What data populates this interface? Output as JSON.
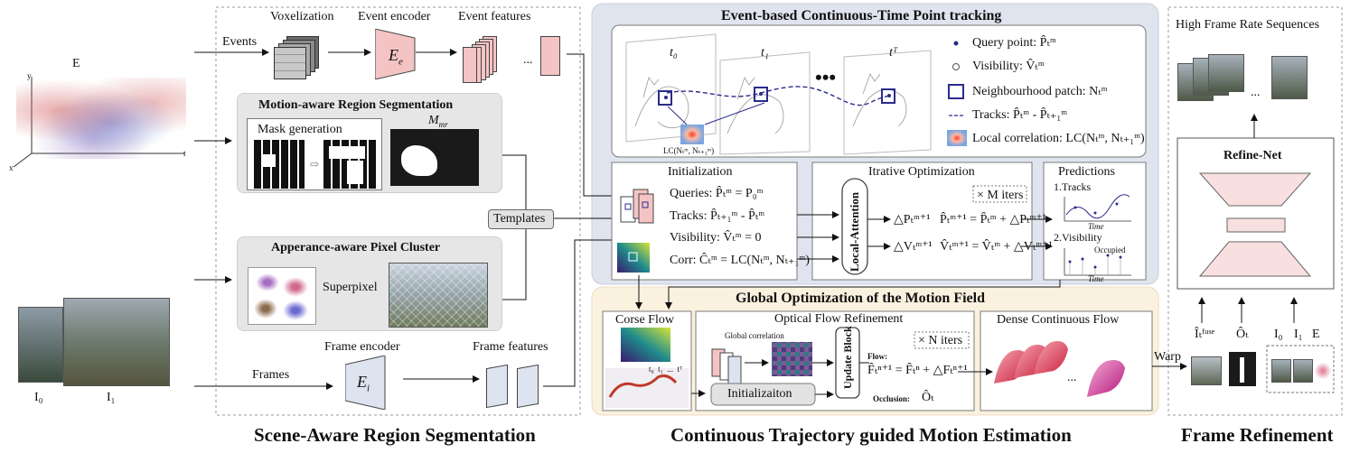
{
  "sections": {
    "scene": "Scene-Aware Region Segmentation",
    "motion": "Continuous Trajectory guided Motion Estimation",
    "refine": "Frame Refinement"
  },
  "left": {
    "event_label": "E",
    "axis_x": "x",
    "axis_y": "y",
    "axis_t": "t",
    "frame0": "I₀",
    "frame1": "I₁"
  },
  "scene": {
    "voxelization": "Voxelization",
    "event_encoder": "Event encoder",
    "event_features": "Event features",
    "events_arrow": "Events",
    "encoder_e_main": "E",
    "encoder_e_sub": "e",
    "ellipsis": "...",
    "motion_title": "Motion-aware Region Segmentation",
    "mask_generation": "Mask generation",
    "mmr_main": "M",
    "mmr_sub": "mr",
    "appearance_title": "Apperance-aware Pixel Cluster",
    "superpixel": "Superpixel",
    "templates": "Templates",
    "frame_encoder": "Frame encoder",
    "frame_features": "Frame features",
    "frames_arrow": "Frames",
    "encoder_i_main": "E",
    "encoder_i_sub": "i"
  },
  "tracking": {
    "title": "Event-based Continuous-Time Point tracking",
    "t0": "t₀",
    "t1": "t₁",
    "tT": "tᵀ",
    "dots": "•••",
    "lc_label": "LC(Nₜᵐ, Nₜ₊₁ᵐ)",
    "legend": [
      {
        "icon": "dot-icon",
        "text": "Query point:  P̂ₜᵐ"
      },
      {
        "icon": "circle-icon",
        "text": "Visibility:  V̂ₜᵐ"
      },
      {
        "icon": "square-icon",
        "text": "Neighbourhood patch:  Nₜᵐ"
      },
      {
        "icon": "dashed-line-icon",
        "text": "Tracks:  P̂ₜᵐ - P̂ₜ₊₁ᵐ"
      },
      {
        "icon": "heatmap-icon",
        "text": "Local correlation: LC(Nₜᵐ, Nₜ₊₁ᵐ)"
      }
    ]
  },
  "init": {
    "title": "Initialization",
    "queries": "Queries:  P̂ₜᵐ = P₀ᵐ",
    "tracks": "Tracks:   P̂ₜ₊₁ᵐ - P̂ₜᵐ",
    "visibility": "Visibility:  V̂ₜᵐ = 0",
    "corr": "Corr:  Ĉₜᵐ = LC(Nₜᵐ, Nₜ₊₁ᵐ)"
  },
  "iterative": {
    "title": "Itrative Optimization",
    "iters": "× M iters",
    "local_attention": "Local-Attention",
    "delta_p": "△Pₜᵐ⁺¹",
    "update_p": "P̂ₜᵐ⁺¹ = P̂ₜᵐ + △Pₜᵐ⁺¹",
    "delta_v": "△Vₜᵐ⁺¹",
    "update_v": "V̂ₜᵐ⁺¹ = V̂ₜᵐ + △Vₜᵐ⁺¹"
  },
  "predictions": {
    "title": "Predictions",
    "tracks": "1.Tracks",
    "visibility": "2.Visibility",
    "time": "Time",
    "occupied": "Occupied"
  },
  "global": {
    "title": "Global Optimization of the Motion Field",
    "corse_flow": "Corse Flow",
    "refinement_title": "Optical Flow Refinement",
    "global_corr": "Global correlation",
    "update_block": "Update Block",
    "n_iters": "× N iters",
    "flow_label": "Flow:",
    "flow_eq": "F̂ₜⁿ⁺¹ = F̂ₜⁿ + △Fₜⁿ⁺¹",
    "initialization": "Initializaiton",
    "occlusion_label": "Occlusion:",
    "occlusion_val": "Ôₜ",
    "dense_title": "Dense Continuous Flow",
    "ellipsis": "...",
    "time_ticks": [
      "t₀",
      "t₁",
      "...",
      "tᵀ"
    ]
  },
  "refine": {
    "hfr_title": "High Frame Rate Sequences",
    "net_title": "Refine-Net",
    "ellipsis": "...",
    "warp": "Warp",
    "in_fuse": "Îₜᶠᵘˢᵉ",
    "in_o": "Ôₜ",
    "in_i0": "I₀",
    "in_i1": "I₁",
    "in_e": "E"
  },
  "colors": {
    "panel_blue": "#dfe4ee",
    "panel_peach": "#fbf1df",
    "feature_pink": "#f4c4c4",
    "feature_blue": "#dde3ef",
    "track_line": "#2b2b8a"
  }
}
